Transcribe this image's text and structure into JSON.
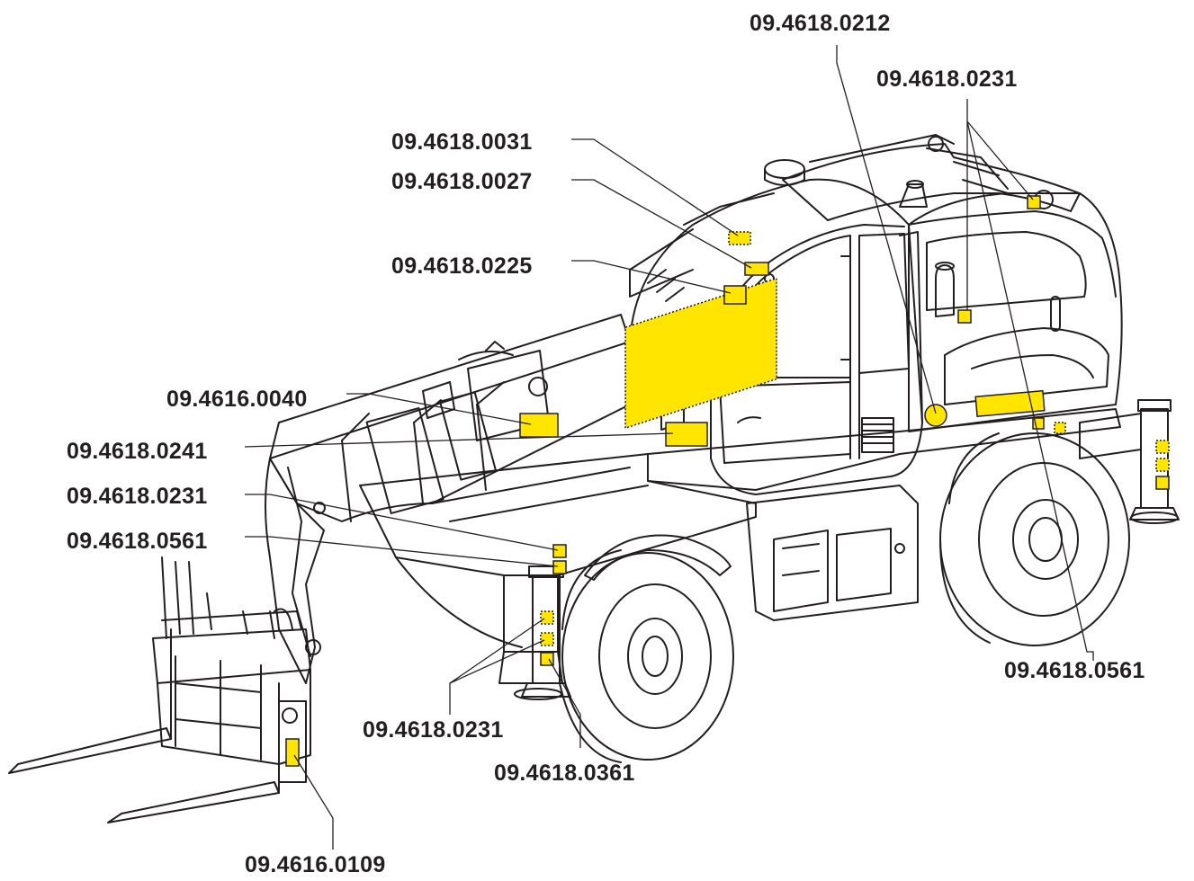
{
  "colors": {
    "decal": "#ffe500",
    "outline": "#231f20",
    "background": "#ffffff"
  },
  "callouts": {
    "c1": "09.4618.0212",
    "c2": "09.4618.0231",
    "c3": "09.4618.0031",
    "c4": "09.4618.0027",
    "c5": "09.4618.0225",
    "c6": "09.4616.0040",
    "c7": "09.4618.0241",
    "c8": "09.4618.0231",
    "c9": "09.4618.0561",
    "c10": "09.4618.0561",
    "c11": "09.4618.0231",
    "c12": "09.4618.0361",
    "c13": "09.4616.0109"
  }
}
